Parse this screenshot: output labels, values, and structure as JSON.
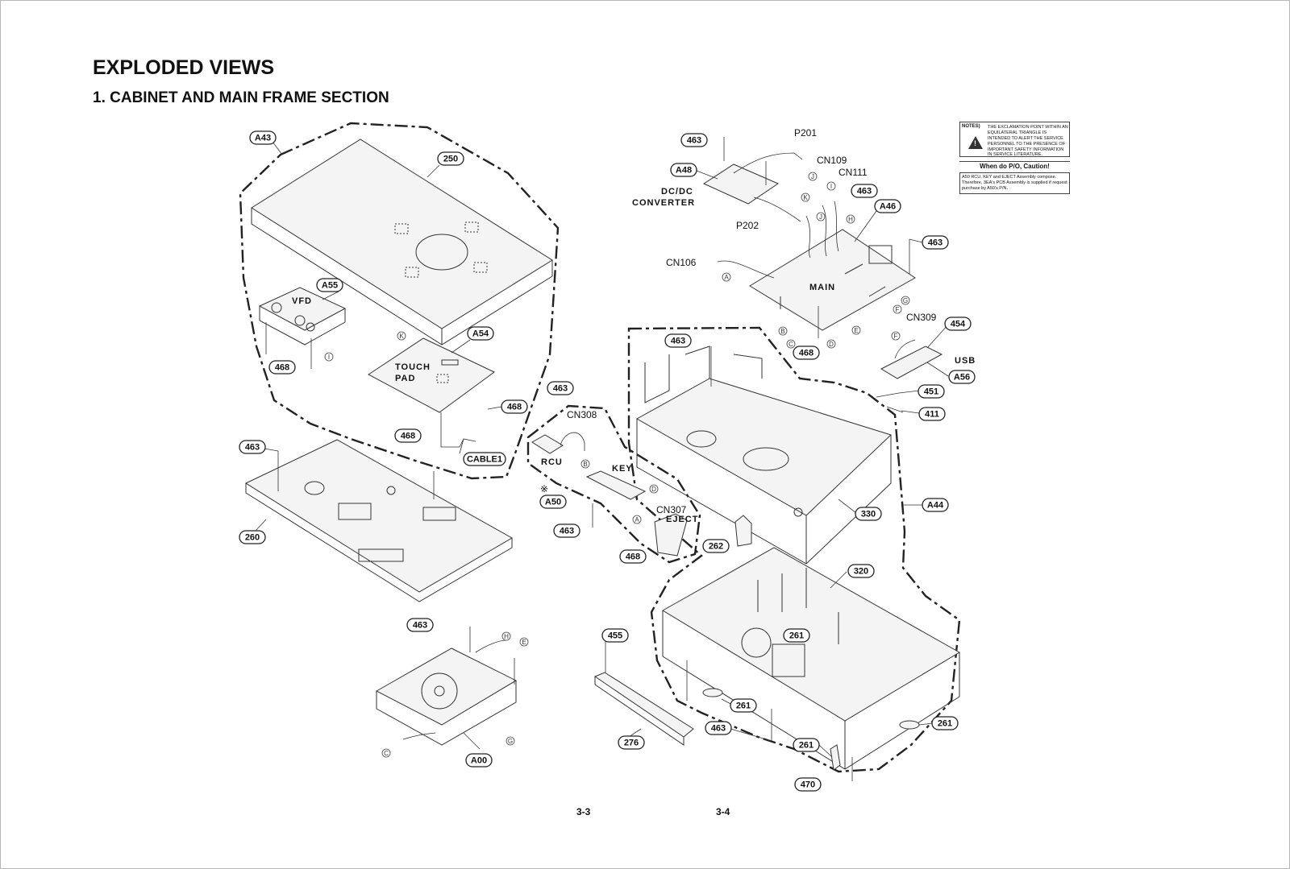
{
  "title": "EXPLODED VIEWS",
  "subtitle": "1. CABINET AND MAIN FRAME SECTION",
  "notes": {
    "heading": "NOTES)",
    "warning_text": "THE EXCLAMATION POINT WITHIN AN EQUILATERAL TRIANGLE IS INTENDED TO ALERT THE SERVICE PERSONNEL TO THE PRESENCE OF IMPORTANT SAFETY INFORMATION IN SERVICE LITERATURE.",
    "caution_title": "When do P/O, Caution!",
    "caution_text": "A50 RCU, KEY and EJECT Assembly compose. Therefore, 3EA's PCB Assembly is supplied if request purchase by A50's P/N."
  },
  "part_tags": [
    {
      "id": "A43",
      "text": "A43"
    },
    {
      "id": "250",
      "text": "250"
    },
    {
      "id": "A55",
      "text": "A55"
    },
    {
      "id": "468a",
      "text": "468"
    },
    {
      "id": "A54",
      "text": "A54"
    },
    {
      "id": "468b",
      "text": "468"
    },
    {
      "id": "468c",
      "text": "468"
    },
    {
      "id": "CABLE1",
      "text": "CABLE1"
    },
    {
      "id": "463a",
      "text": "463"
    },
    {
      "id": "260",
      "text": "260"
    },
    {
      "id": "463b",
      "text": "463"
    },
    {
      "id": "A50",
      "text": "A50"
    },
    {
      "id": "463c",
      "text": "463"
    },
    {
      "id": "468d",
      "text": "468"
    },
    {
      "id": "463d",
      "text": "463"
    },
    {
      "id": "A48",
      "text": "A48"
    },
    {
      "id": "463e",
      "text": "463"
    },
    {
      "id": "A46",
      "text": "A46"
    },
    {
      "id": "463f",
      "text": "463"
    },
    {
      "id": "463g",
      "text": "463"
    },
    {
      "id": "468e",
      "text": "468"
    },
    {
      "id": "454",
      "text": "454"
    },
    {
      "id": "A56",
      "text": "A56"
    },
    {
      "id": "451",
      "text": "451"
    },
    {
      "id": "411",
      "text": "411"
    },
    {
      "id": "330",
      "text": "330"
    },
    {
      "id": "A44",
      "text": "A44"
    },
    {
      "id": "262",
      "text": "262"
    },
    {
      "id": "320",
      "text": "320"
    },
    {
      "id": "261a",
      "text": "261"
    },
    {
      "id": "261b",
      "text": "261"
    },
    {
      "id": "261c",
      "text": "261"
    },
    {
      "id": "261d",
      "text": "261"
    },
    {
      "id": "463h",
      "text": "463"
    },
    {
      "id": "470",
      "text": "470"
    },
    {
      "id": "463i",
      "text": "463"
    },
    {
      "id": "A00",
      "text": "A00"
    },
    {
      "id": "455",
      "text": "455"
    },
    {
      "id": "276",
      "text": "276"
    }
  ],
  "labels": {
    "vfd": "VFD",
    "touch_pad_1": "TOUCH",
    "touch_pad_2": "PAD",
    "rcu": "RCU",
    "key": "KEY",
    "eject": "EJECT",
    "cn308": "CN308",
    "cn307": "CN307",
    "p201": "P201",
    "p202": "P202",
    "cn109": "CN109",
    "cn111": "CN111",
    "cn106": "CN106",
    "dcdc_1": "DC/DC",
    "dcdc_2": "CONVERTER",
    "main": "MAIN",
    "cn309": "CN309",
    "usb": "USB",
    "asterisk": "※"
  },
  "connector_marks": [
    "K",
    "I",
    "J",
    "A",
    "B",
    "C",
    "D",
    "E",
    "F",
    "G",
    "H"
  ],
  "page_numbers": {
    "left": "3-3",
    "right": "3-4"
  }
}
